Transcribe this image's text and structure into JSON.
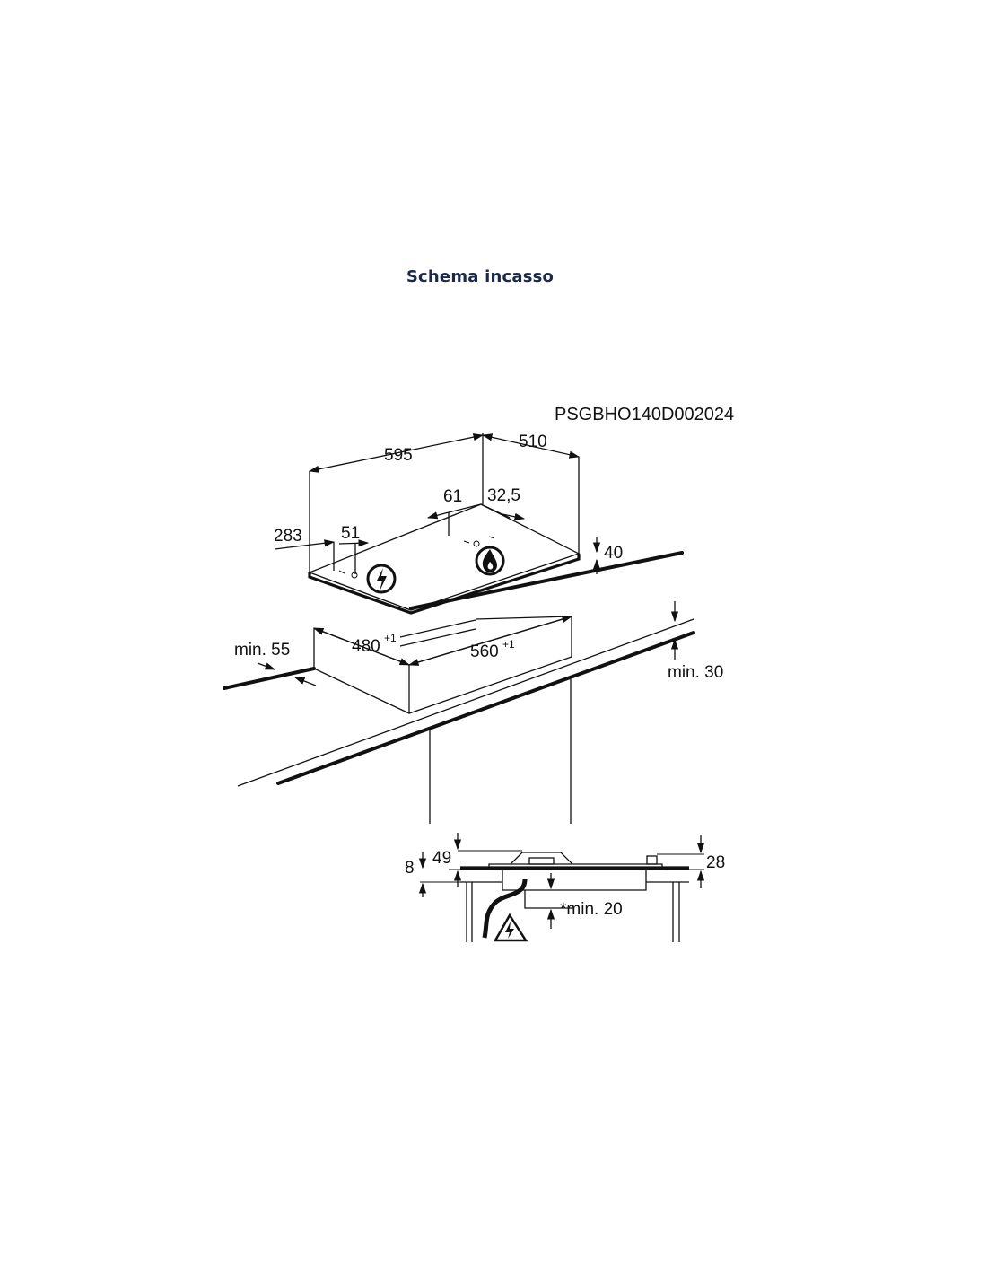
{
  "title": "Schema incasso",
  "drawing_code": "PSGBHO140D002024",
  "dimensions": {
    "width": "595",
    "depth": "510",
    "offset_61": "61",
    "offset_32_5": "32,5",
    "offset_283": "283",
    "offset_51": "51",
    "height_40": "40",
    "min_55": "min. 55",
    "cutout_480": "480",
    "cutout_480_tol": "+1",
    "cutout_560": "560",
    "cutout_560_tol": "+1",
    "min_30": "min. 30",
    "side_49": "49",
    "side_8": "8",
    "side_28": "28",
    "side_min_20": "*min. 20"
  },
  "icons": [
    "electric-hazard-icon",
    "gas-flame-icon"
  ]
}
